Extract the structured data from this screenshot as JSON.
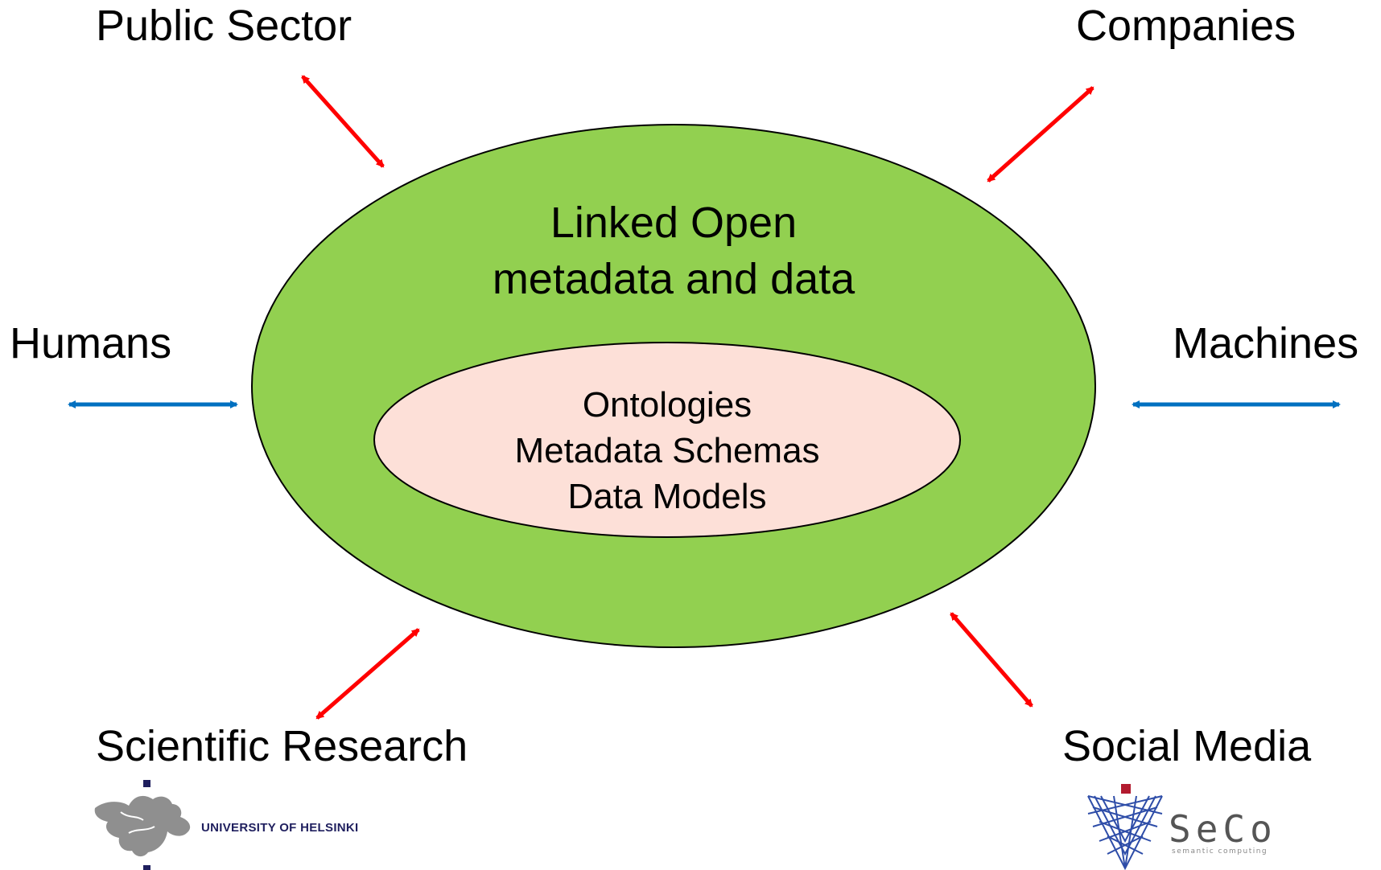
{
  "stakeholders": {
    "public_sector": "Public Sector",
    "companies": "Companies",
    "humans": "Humans",
    "machines": "Machines",
    "scientific_research": "Scientific Research",
    "social_media": "Social Media"
  },
  "outer_ellipse": {
    "line1": "Linked Open",
    "line2": "metadata and data",
    "color": "#92d050"
  },
  "inner_ellipse": {
    "line1": "Ontologies",
    "line2": "Metadata Schemas",
    "line3": "Data Models",
    "color": "#fde0d8"
  },
  "logos": {
    "helsinki": "UNIVERSITY OF HELSINKI",
    "seco": "SeCo",
    "seco_tagline": "semantic computing"
  },
  "colors": {
    "red_arrow": "#ff0000",
    "blue_arrow": "#0070c0"
  }
}
